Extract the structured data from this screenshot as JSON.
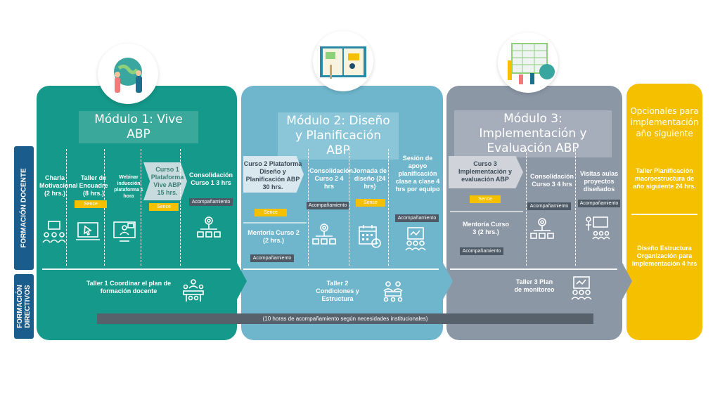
{
  "modules": [
    {
      "title": "Módulo 1: Vive ABP",
      "icon": "people-globe-icon"
    },
    {
      "title": "Módulo 2: Diseño y Planificación ABP",
      "icon": "book-design-icon"
    },
    {
      "title": "Módulo 3: Implementación y Evaluación ABP",
      "icon": "calendar-evaluation-icon"
    }
  ],
  "optional": {
    "title": "Opcionales para implementación año siguiente",
    "items": [
      "Taller Planificación macroestructura de año siguiente 24 hrs.",
      "Diseño Estructura Organización para Implementación 4 hrs"
    ]
  },
  "rows": {
    "docente": "FORMACIÓN DOCENTE",
    "directivos": "FORMACIÓN DIRECTIVOS"
  },
  "m1": {
    "charla": "Charla Motivacional (2 hrs.)",
    "taller_encuadre": "Taller de Encuadre (8 hrs.)",
    "webinar": "Webinar inducción plataforma 1 hora",
    "curso1": "Curso 1 Plataforma Vive ABP 15 hrs.",
    "consolidacion": "Consolidación Curso 1 3 hrs",
    "taller1": "Taller 1 Coordinar el plan de formación docente"
  },
  "m2": {
    "curso2": "Curso 2 Plataforma Diseño y Planificación ABP 30 hrs.",
    "consolidacion": "Consolidación Curso 2 4 hrs",
    "jornada": "Jornada de diseño (24 hrs)",
    "sesion": "Sesión de apoyo planificación clase a clase 4 hrs por equipo",
    "mentoria": "Mentoría Curso 2 (2 hrs.)",
    "taller2": "Taller 2 Condiciones y Estructura"
  },
  "m3": {
    "curso3": "Curso 3 Implementación y evaluación ABP",
    "consolidacion": "Consolidación Curso 3 4 hrs",
    "visitas": "Visitas aulas proyectos diseñados",
    "mentoria": "Mentoría Curso 3 (2 hrs.)",
    "taller3": "Taller 3 Plan de monitoreo"
  },
  "tags": {
    "sence": "Sence",
    "acomp": "Acompañamiento"
  },
  "bar": "(10 horas de acompañamiento según necesidades institucionales)",
  "colors": {
    "m1": "#15998a",
    "m2": "#6fb6cd",
    "m3": "#8c97a6",
    "optional": "#f5c000",
    "side": "#1a5d8c"
  }
}
